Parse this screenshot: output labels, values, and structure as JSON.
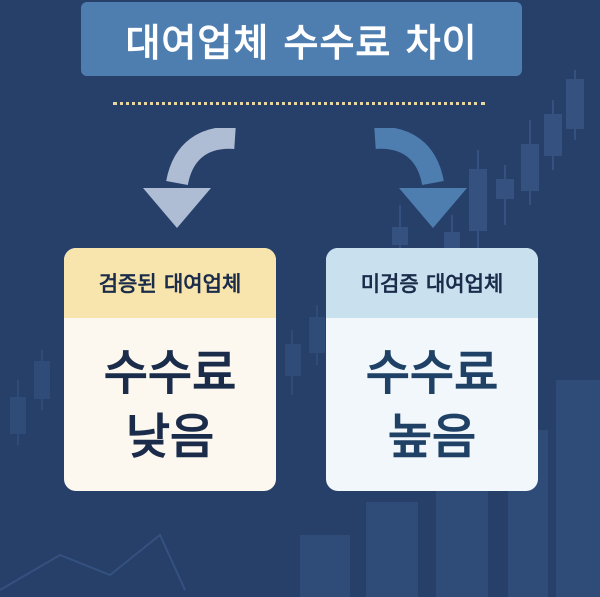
{
  "title": "대여업체 수수료 차이",
  "left_card": {
    "header": "검증된 대여업체",
    "line1": "수수료",
    "line2": "낮음"
  },
  "right_card": {
    "header": "미검증 대여업체",
    "line1": "수수료",
    "line2": "높음"
  },
  "colors": {
    "background": "#26406a",
    "banner": "#4e7eb0",
    "dots": "#e9d7a2",
    "left_header": "#f8e4ad",
    "right_header": "#c9e0ef",
    "left_arrow": "#aebdd4",
    "right_arrow": "#4e7eb0"
  }
}
